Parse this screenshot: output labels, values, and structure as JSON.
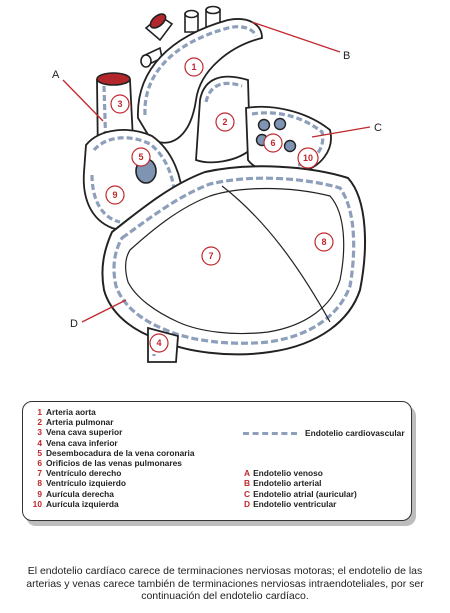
{
  "diagram": {
    "numbers": [
      "1",
      "2",
      "3",
      "4",
      "5",
      "6",
      "7",
      "8",
      "9",
      "10"
    ],
    "letters": [
      "A",
      "B",
      "C",
      "D"
    ]
  },
  "legend": {
    "items": [
      {
        "num": "1",
        "label": "Arteria aorta"
      },
      {
        "num": "2",
        "label": "Arteria pulmonar"
      },
      {
        "num": "3",
        "label": "Vena cava superior"
      },
      {
        "num": "4",
        "label": "Vena cava inferior"
      },
      {
        "num": "5",
        "label": "Desembocadura de la vena coronaria"
      },
      {
        "num": "6",
        "label": "Orificios de las venas pulmonares"
      },
      {
        "num": "7",
        "label": "Ventrículo derecho"
      },
      {
        "num": "8",
        "label": "Ventrículo izquierdo"
      },
      {
        "num": "9",
        "label": "Aurícula derecha"
      },
      {
        "num": "10",
        "label": "Aurícula izquierda"
      }
    ],
    "endothelium_key": "Endotelio cardiovascular",
    "letters": [
      {
        "letter": "A",
        "label": "Endotelio venoso"
      },
      {
        "letter": "B",
        "label": "Endotelio arterial"
      },
      {
        "letter": "C",
        "label": "Endotelio atrial (auricular)"
      },
      {
        "letter": "D",
        "label": "Endotelio ventricular"
      }
    ]
  },
  "caption": "El endotelio cardíaco carece de terminaciones nerviosas motoras; el endotelio de las arterias y venas carece también de terminaciones nerviosas intraendoteliales, por ser continuación del endotelio cardíaco.",
  "colors": {
    "outline": "#222222",
    "endothelium": "#8d9fbb",
    "vessel_lumen": "#b3262b",
    "coronary_opening": "#7f93b3",
    "label_red": "#c0282d"
  }
}
